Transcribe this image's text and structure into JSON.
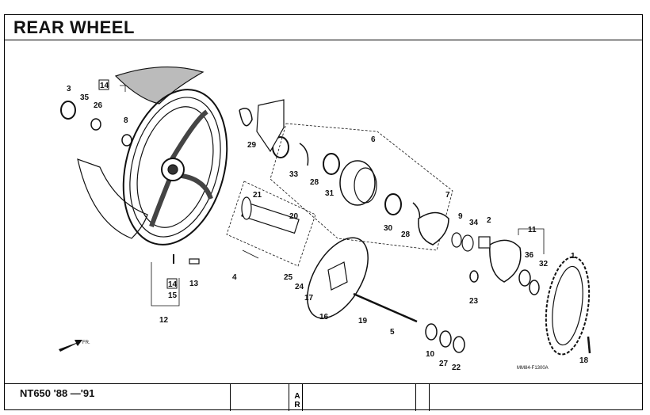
{
  "title": "REAR WHEEL",
  "footer": {
    "model": "NT650 '88 —'91",
    "ar_line1": "A",
    "ar_line2": "R"
  },
  "fr_label": "FR.",
  "code": "MM84-F1300A",
  "callouts": [
    {
      "id": "c3",
      "text": "3"
    },
    {
      "id": "c14a",
      "text": "14"
    },
    {
      "id": "c35",
      "text": "35"
    },
    {
      "id": "c26",
      "text": "26"
    },
    {
      "id": "c8",
      "text": "8"
    },
    {
      "id": "c29",
      "text": "29"
    },
    {
      "id": "c6",
      "text": "6"
    },
    {
      "id": "c33",
      "text": "33"
    },
    {
      "id": "c28a",
      "text": "28"
    },
    {
      "id": "c31",
      "text": "31"
    },
    {
      "id": "c30",
      "text": "30"
    },
    {
      "id": "c28b",
      "text": "28"
    },
    {
      "id": "c7",
      "text": "7"
    },
    {
      "id": "c9",
      "text": "9"
    },
    {
      "id": "c34",
      "text": "34"
    },
    {
      "id": "c2",
      "text": "2"
    },
    {
      "id": "c11",
      "text": "11"
    },
    {
      "id": "c1",
      "text": "1"
    },
    {
      "id": "c36",
      "text": "36"
    },
    {
      "id": "c32",
      "text": "32"
    },
    {
      "id": "c21",
      "text": "21"
    },
    {
      "id": "c20",
      "text": "20"
    },
    {
      "id": "c4",
      "text": "4"
    },
    {
      "id": "c13",
      "text": "13"
    },
    {
      "id": "c14b",
      "text": "14"
    },
    {
      "id": "c15",
      "text": "15"
    },
    {
      "id": "c12",
      "text": "12"
    },
    {
      "id": "c25",
      "text": "25"
    },
    {
      "id": "c24",
      "text": "24"
    },
    {
      "id": "c17",
      "text": "17"
    },
    {
      "id": "c16",
      "text": "16"
    },
    {
      "id": "c19",
      "text": "19"
    },
    {
      "id": "c5",
      "text": "5"
    },
    {
      "id": "c23",
      "text": "23"
    },
    {
      "id": "c10",
      "text": "10"
    },
    {
      "id": "c27",
      "text": "27"
    },
    {
      "id": "c22",
      "text": "22"
    },
    {
      "id": "c18",
      "text": "18"
    }
  ]
}
